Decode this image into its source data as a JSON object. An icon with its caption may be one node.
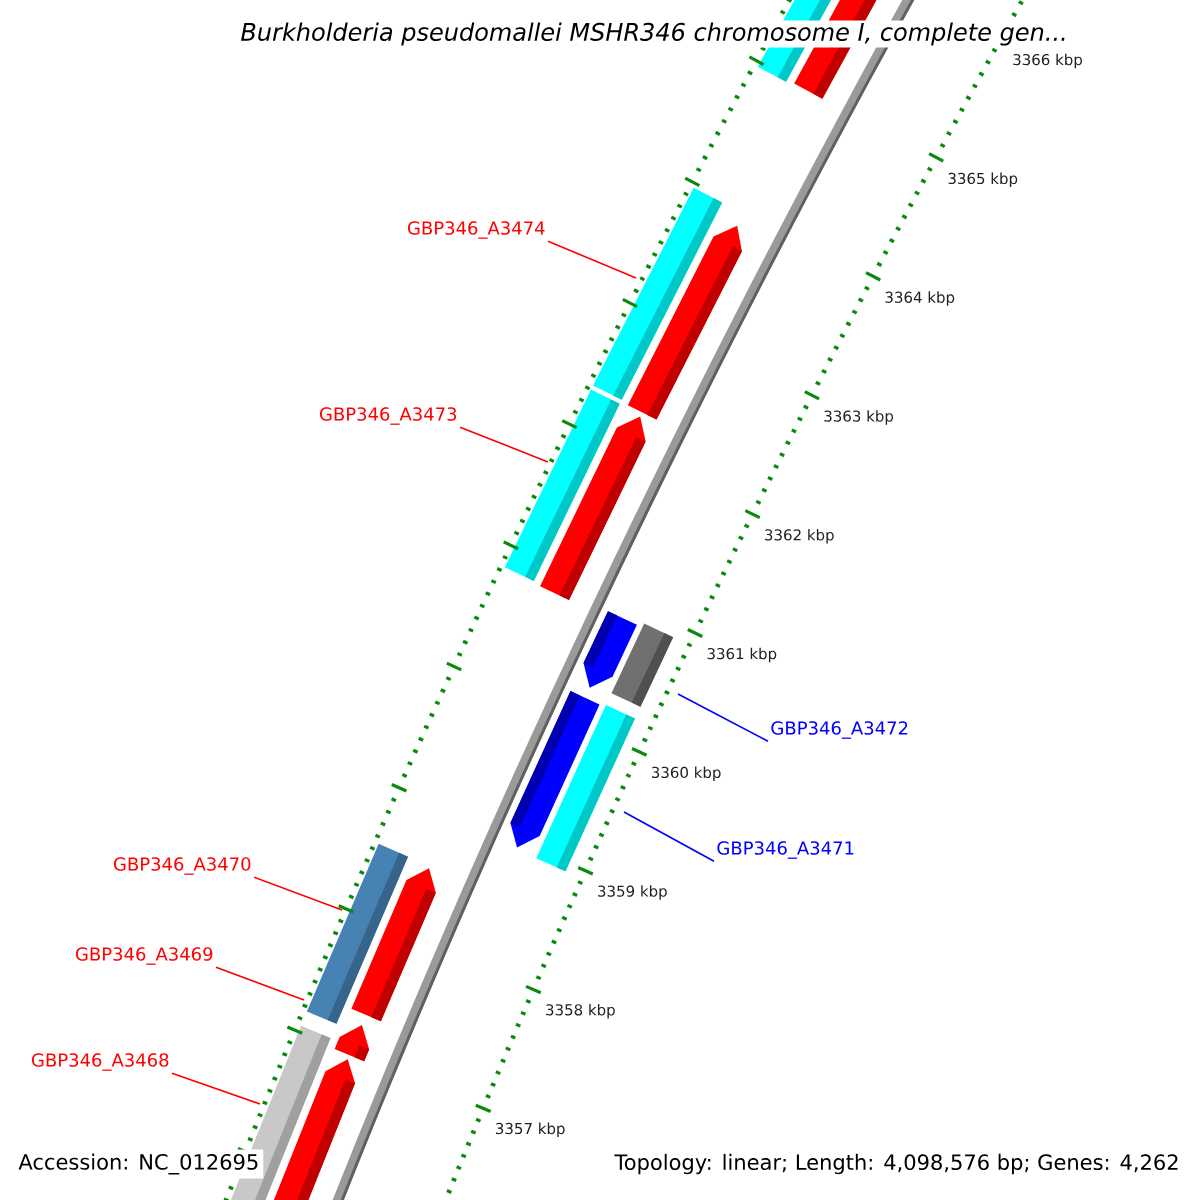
{
  "diagram": {
    "title": "Burkholderia pseudomallei MSHR346 chromosome I, complete gen...",
    "nodes": [
      {
        "text": [
          "GBP346_A3474"
        ]
      },
      {
        "text": [
          "GBP346_A3473"
        ]
      },
      {
        "text": [
          "GBP346_A3472"
        ]
      },
      {
        "text": [
          "GBP346_A3471"
        ]
      },
      {
        "text": [
          "GBP346_A3470"
        ]
      },
      {
        "text": [
          "GBP346_A3469"
        ]
      },
      {
        "text": [
          "GBP346_A3468"
        ]
      }
    ],
    "edges": [
      {
        "from": 0,
        "to": null,
        "arrow": "none"
      },
      {
        "from": 1,
        "to": null,
        "arrow": "none"
      },
      {
        "from": 2,
        "to": null,
        "arrow": "none",
        "color": "#0000ff"
      },
      {
        "from": 3,
        "to": null,
        "arrow": "none",
        "color": "#0000ff"
      },
      {
        "from": 4,
        "to": null,
        "arrow": "none"
      },
      {
        "from": 5,
        "to": null,
        "arrow": "none"
      },
      {
        "from": 6,
        "to": null,
        "arrow": "none"
      }
    ],
    "labels": [
      "3366 kbp",
      "3365 kbp",
      "3364 kbp",
      "3363 kbp",
      "3362 kbp",
      "3361 kbp",
      "3360 kbp",
      "3359 kbp",
      "3358 kbp",
      "3357 kbp",
      "Accession: NC_012695",
      "Topology: linear; Length: 4,098,576 bp; Genes: 4,262"
    ]
  }
}
